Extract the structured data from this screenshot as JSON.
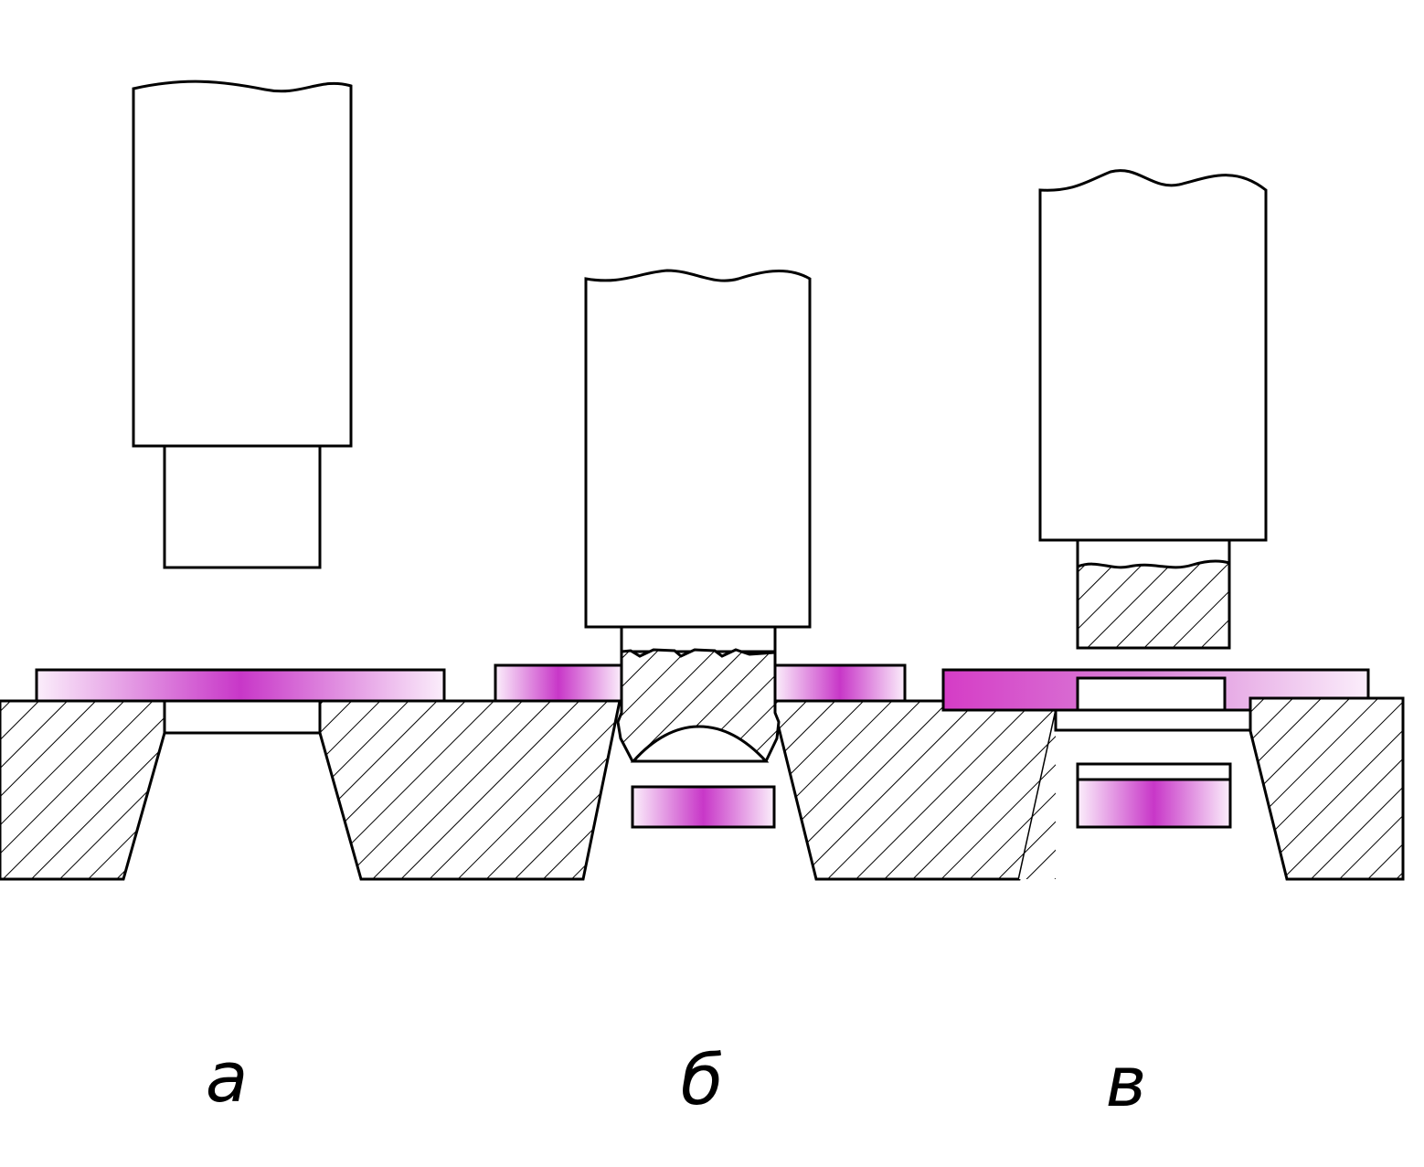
{
  "labels": {
    "a": "а",
    "b": "б",
    "v": "в"
  },
  "colors": {
    "stroke": "#000000",
    "background": "#ffffff",
    "workpiece_accent": "#c837c8",
    "workpiece_light": "#fbeefb"
  }
}
